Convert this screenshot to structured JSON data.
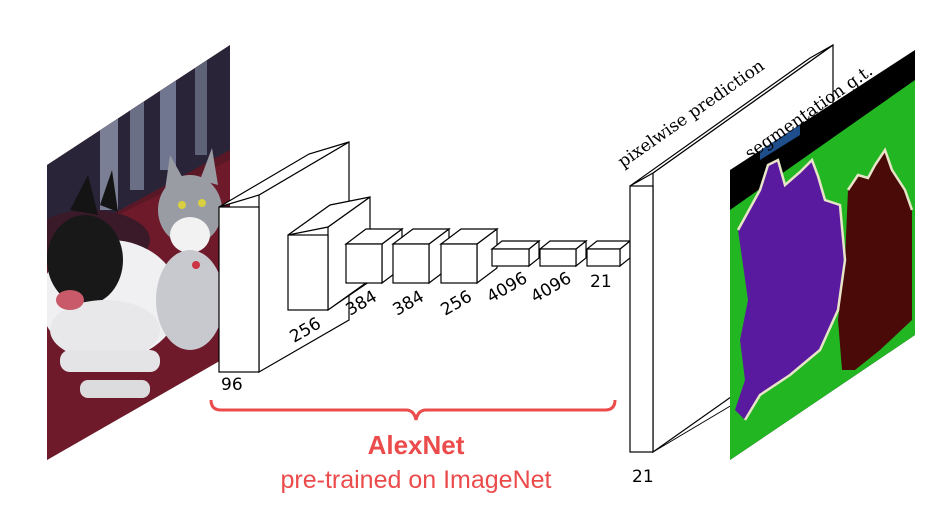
{
  "layers": [
    {
      "id": "conv1",
      "label": "96"
    },
    {
      "id": "conv2",
      "label": "256"
    },
    {
      "id": "conv3",
      "label": "384"
    },
    {
      "id": "conv4",
      "label": "384"
    },
    {
      "id": "conv5",
      "label": "256"
    },
    {
      "id": "fc6",
      "label": "4096"
    },
    {
      "id": "fc7",
      "label": "4096"
    },
    {
      "id": "fc8",
      "label": "21"
    }
  ],
  "output_label": "21",
  "prediction_label": "pixelwise prediction",
  "groundtruth_label": "segmentation g.t.",
  "bracket": {
    "title": "AlexNet",
    "subtitle": "pre-trained on ImageNet",
    "color": "#ec4b4b"
  },
  "colors": {
    "segmentation_background": "#22b722",
    "segmentation_dog": "#5a1aa0",
    "segmentation_cat": "#4a0a08",
    "segmentation_boundary": "#e8e4c8",
    "segmentation_void": "#000000",
    "segmentation_legend": "#1e4f8c"
  }
}
